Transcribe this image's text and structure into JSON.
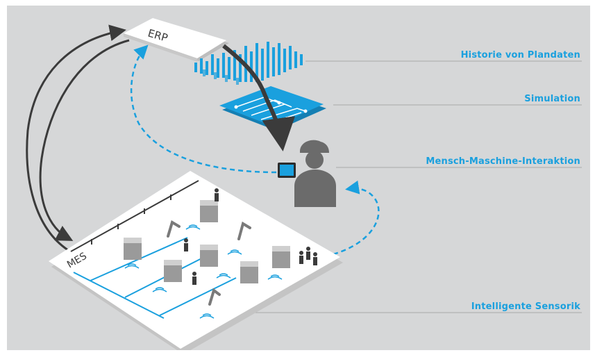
{
  "diagram": {
    "labels": {
      "historie": "Historie von Plandaten",
      "simulation": "Simulation",
      "mmi": "Mensch-Maschine-Interaktion",
      "sensorik": "Intelligente Sensorik"
    },
    "platforms": {
      "erp": "ERP",
      "mes": "MES"
    },
    "colors": {
      "accent": "#1aa0de",
      "background": "#d6d7d8",
      "dark_arrow": "#3b3b3b",
      "leader_line": "#a8a8a8"
    }
  }
}
